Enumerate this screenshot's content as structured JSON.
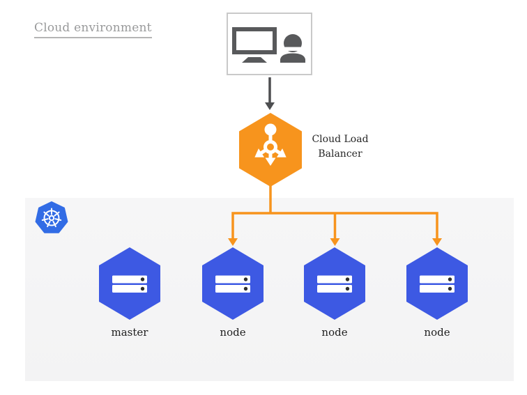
{
  "title": "Cloud environment",
  "client_box": {
    "icon": "workstation-user-icon"
  },
  "load_balancer": {
    "label": "Cloud Load Balancer",
    "icon": "load-balancer-icon"
  },
  "cluster": {
    "platform_icon": "kubernetes-icon",
    "nodes": [
      {
        "label": "master",
        "icon": "server-icon"
      },
      {
        "label": "node",
        "icon": "server-icon"
      },
      {
        "label": "node",
        "icon": "server-icon"
      },
      {
        "label": "node",
        "icon": "server-icon"
      }
    ]
  },
  "connectors": {
    "client_to_load_balancer": "gray-down-arrow",
    "load_balancer_to_nodes": "orange-branching-arrows"
  },
  "colors": {
    "accent_orange": "#f7941d",
    "node_blue": "#3d59e3",
    "kubernetes_blue": "#326ce5",
    "icon_gray": "#58595b",
    "title_gray": "#999a9b",
    "panel_gray": "#f5f5f6",
    "label_dark": "#1e1e1e",
    "box_border_gray": "#c9c9c9"
  }
}
